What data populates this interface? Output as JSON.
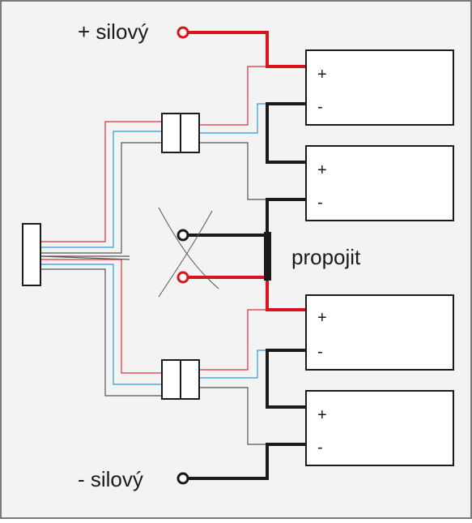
{
  "labels": {
    "plus_terminal": "+ silový",
    "minus_terminal": "- silový",
    "bridge": "propojit"
  },
  "batteries": [
    {
      "plus": "+",
      "minus": "-"
    },
    {
      "plus": "+",
      "minus": "-"
    },
    {
      "plus": "+",
      "minus": "-"
    },
    {
      "plus": "+",
      "minus": "-"
    }
  ],
  "colors": {
    "positive": "#d8141c",
    "negative": "#1a1a1a",
    "sense_blue": "#2a9fd8",
    "sense_red": "#e0303a",
    "sense_gray": "#555555",
    "border": "#7a7a7a",
    "background": "#f3f3f3"
  }
}
